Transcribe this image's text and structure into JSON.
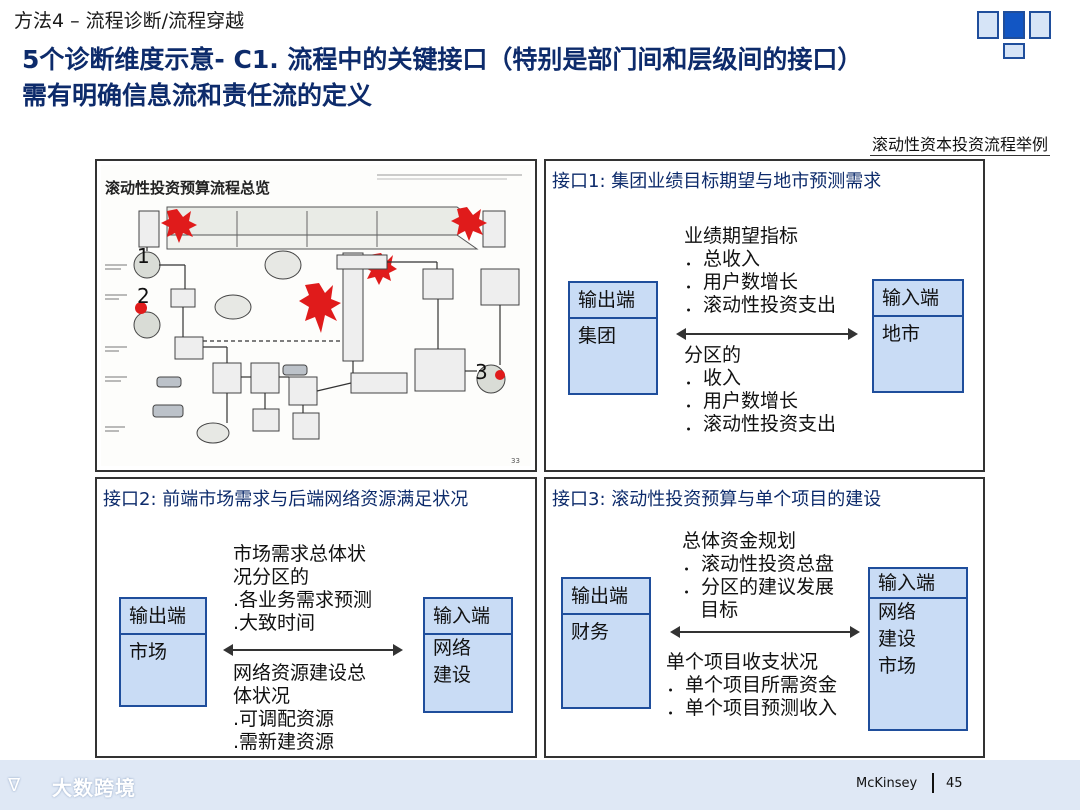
{
  "header": {
    "method": "方法4 – 流程诊断/流程穿越",
    "title_line1": "5个诊断维度示意- C1. 流程中的关键接口（特别是部门间和层级间的接口）",
    "title_line2": "需有明确信息流和责任流的定义"
  },
  "example_label": "滚动性资本投资流程举例",
  "diagram": {
    "title": "滚动性投资预算流程总览",
    "markers": [
      "1",
      "2",
      "3"
    ],
    "page": "33"
  },
  "panel1": {
    "title": "接口1: 集团业绩目标期望与地市预测需求",
    "out_box": {
      "header": "输出端",
      "body": [
        "集团"
      ]
    },
    "in_box": {
      "header": "输入端",
      "body": [
        "地市"
      ]
    },
    "top_flow": [
      "业绩期望指标",
      "．总收入",
      "．用户数增长",
      "．滚动性投资支出"
    ],
    "bottom_flow": [
      "分区的",
      "．收入",
      "．用户数增长",
      "．滚动性投资支出"
    ]
  },
  "panel2": {
    "title": "接口2: 前端市场需求与后端网络资源满足状况",
    "out_box": {
      "header": "输出端",
      "body": [
        "市场"
      ]
    },
    "in_box": {
      "header": "输入端",
      "body": [
        "网络",
        "建设"
      ]
    },
    "top_flow": [
      "市场需求总体状",
      "况分区的",
      ".各业务需求预测",
      ".大致时间"
    ],
    "bottom_flow": [
      "网络资源建设总",
      "体状况",
      ".可调配资源",
      ".需新建资源"
    ]
  },
  "panel3": {
    "title": "接口3: 滚动性投资预算与单个项目的建设",
    "out_box": {
      "header": "输出端",
      "body": [
        "财务"
      ]
    },
    "in_box": {
      "header": "输入端",
      "body": [
        "网络",
        "建设",
        "市场"
      ]
    },
    "top_flow": [
      "总体资金规划",
      "．滚动性投资总盘",
      "．分区的建议发展",
      "   目标"
    ],
    "bottom_flow": [
      "单个项目收支状况",
      "．单个项目所需资金",
      "．单个项目预测收入"
    ]
  },
  "footer": {
    "watermark": "大数跨境",
    "brand": "McKinsey",
    "page": "45"
  },
  "colors": {
    "title": "#0d2b6b",
    "box_fill": "#c9dcf5",
    "box_border": "#1f4e9c",
    "alert_red": "#e01b1b",
    "footer_bg": "#dfe8f5"
  }
}
